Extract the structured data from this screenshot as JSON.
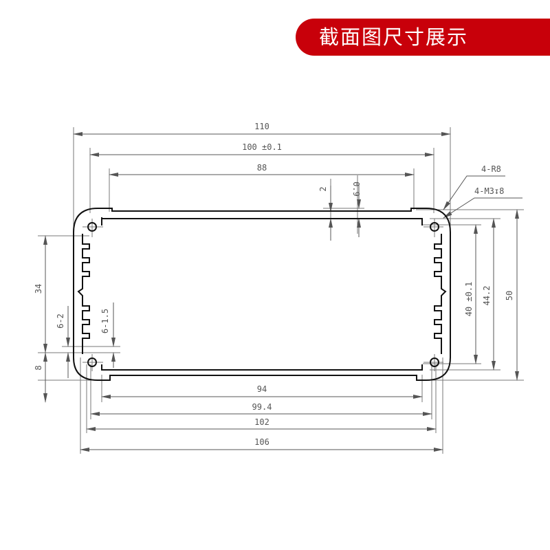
{
  "banner": {
    "title": "截面图尺寸展示",
    "color": "#c8000a"
  },
  "drawing": {
    "line_color": "#555555",
    "profile_color": "#111111",
    "dimensions": {
      "overall_width": "110",
      "inner_rail_width": "100 ±0.1",
      "top_opening": "88",
      "top_wall": "2",
      "top_step": "0.9",
      "corner_radius": "4-R8",
      "screw_holes": "4-M3↧8",
      "left_fin_span": "34",
      "left_groove_width": "6-2",
      "left_fin_thickness": "6-1.5",
      "left_bottom_offset": "8",
      "hole_spacing_vertical": "40 ±0.1",
      "inner_height": "44.2",
      "overall_height": "50",
      "bottom_opening": "94",
      "bottom_inner": "99.4",
      "bottom_mid": "102",
      "bottom_outer": "106"
    }
  }
}
